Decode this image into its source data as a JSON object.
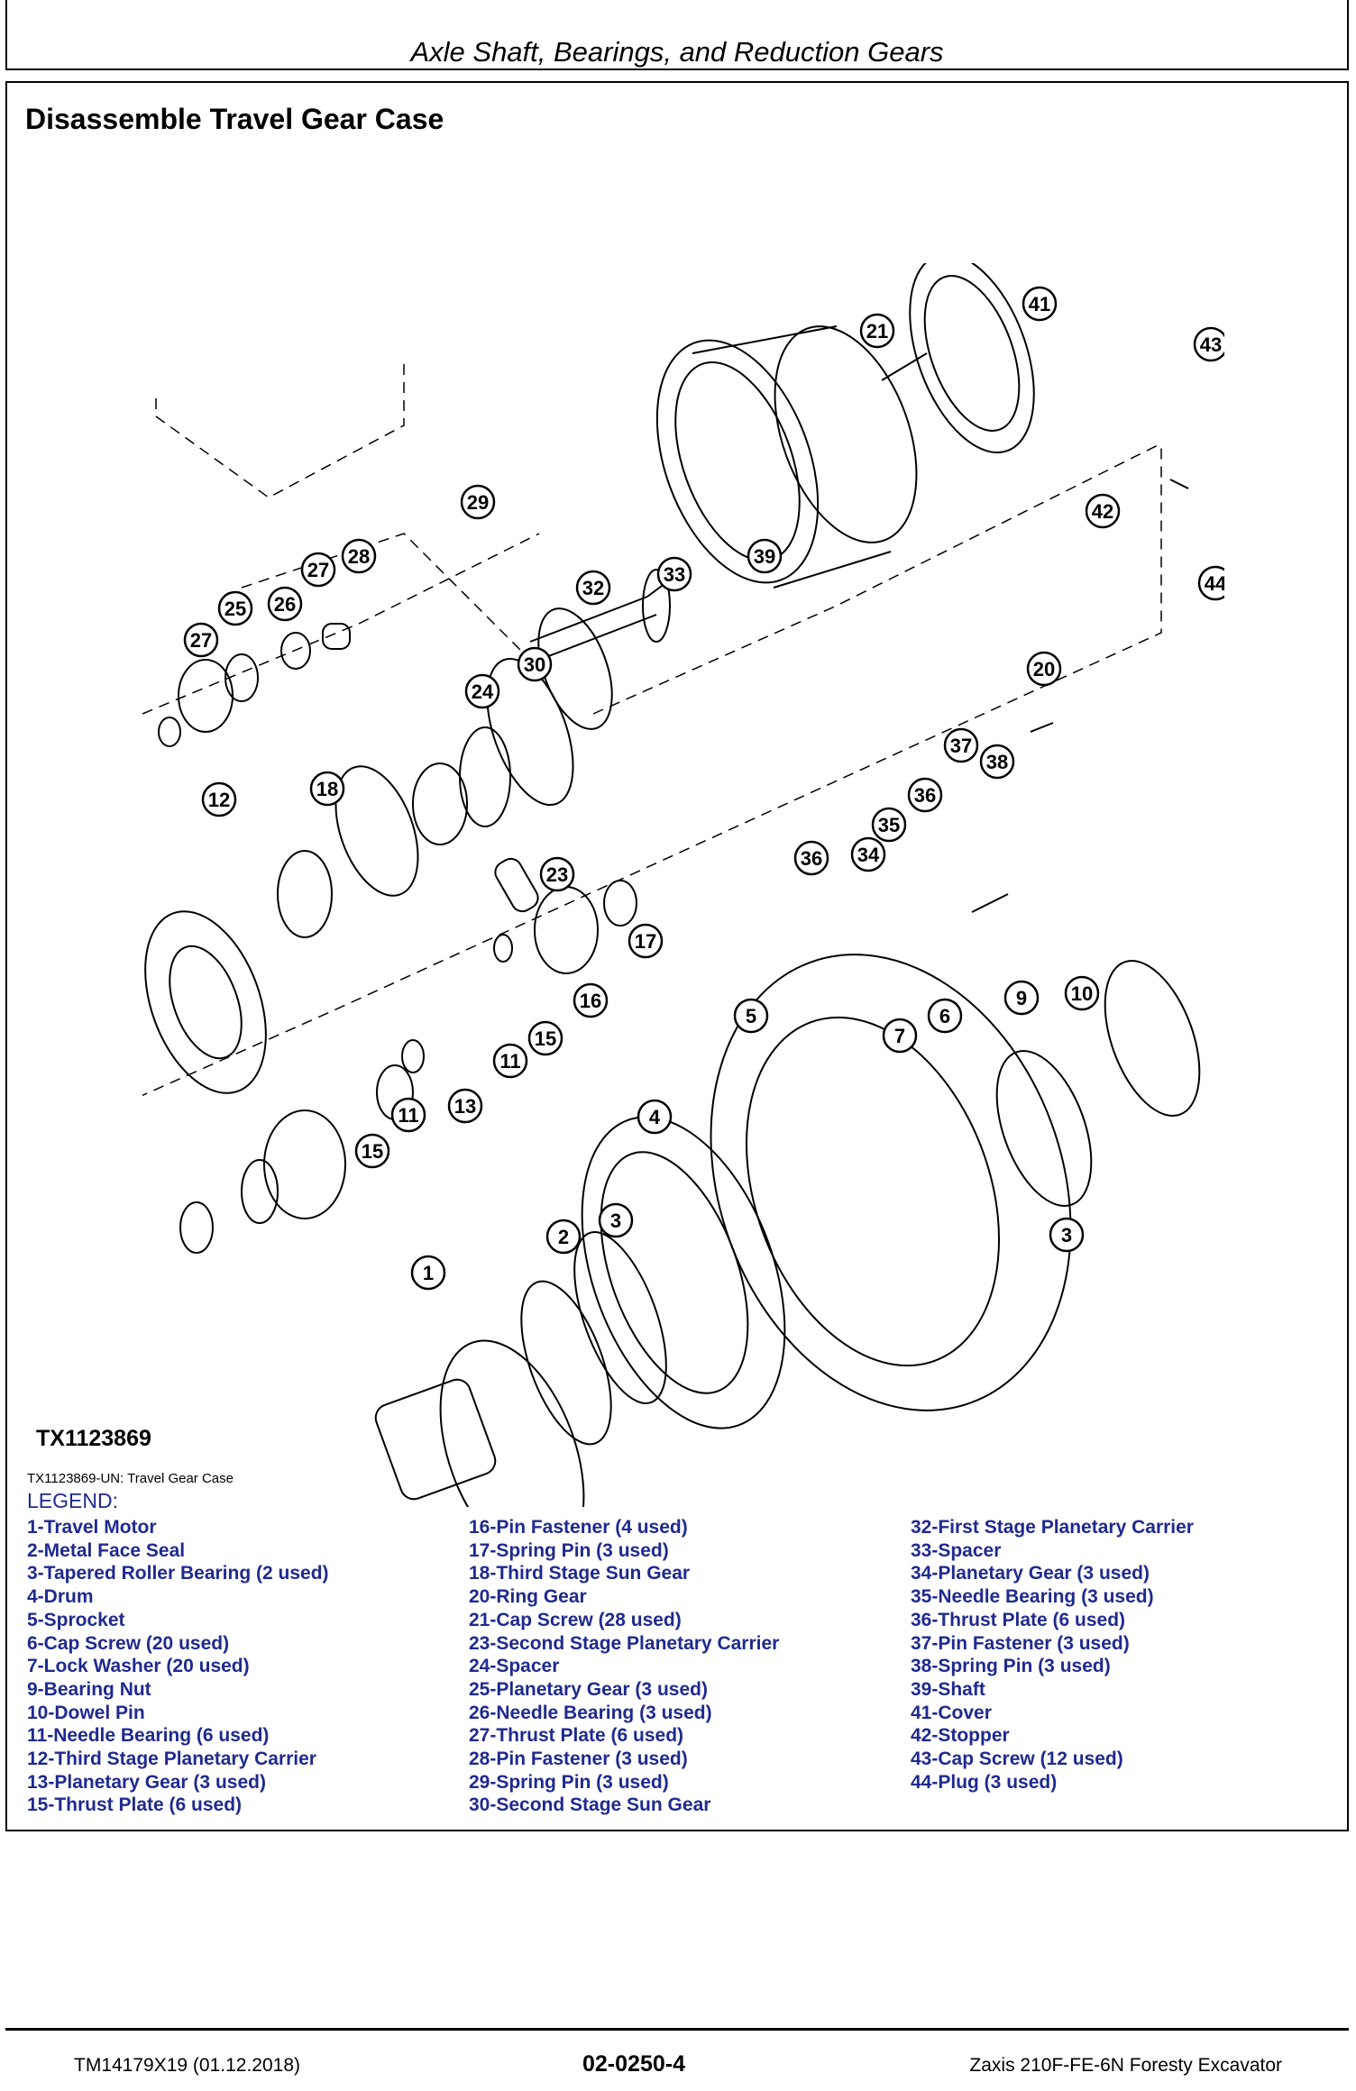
{
  "header": {
    "title": "Axle Shaft, Bearings, and Reduction Gears"
  },
  "section": {
    "title": "Disassemble Travel Gear Case"
  },
  "figure": {
    "id": "TX1123869",
    "caption": "TX1123869-UN: Travel Gear Case",
    "callouts": [
      "1",
      "2",
      "3",
      "3",
      "4",
      "5",
      "6",
      "7",
      "9",
      "10",
      "11",
      "11",
      "12",
      "13",
      "15",
      "15",
      "16",
      "17",
      "18",
      "20",
      "21",
      "23",
      "24",
      "25",
      "26",
      "27",
      "27",
      "28",
      "29",
      "30",
      "32",
      "33",
      "34",
      "35",
      "36",
      "36",
      "37",
      "38",
      "39",
      "41",
      "42",
      "43",
      "44"
    ]
  },
  "legend": {
    "title": "LEGEND:",
    "col1": [
      "1-Travel Motor",
      "2-Metal Face Seal",
      "3-Tapered Roller Bearing (2 used)",
      "4-Drum",
      "5-Sprocket",
      "6-Cap Screw (20 used)",
      "7-Lock Washer (20 used)",
      "9-Bearing Nut",
      "10-Dowel Pin",
      "11-Needle Bearing (6 used)",
      "12-Third Stage Planetary Carrier",
      "13-Planetary Gear (3 used)",
      "15-Thrust Plate (6 used)"
    ],
    "col2": [
      "16-Pin Fastener (4 used)",
      "17-Spring Pin (3 used)",
      "18-Third Stage Sun Gear",
      "20-Ring Gear",
      "21-Cap Screw (28 used)",
      "23-Second Stage Planetary Carrier",
      "24-Spacer",
      "25-Planetary Gear (3 used)",
      "26-Needle Bearing (3 used)",
      "27-Thrust Plate (6 used)",
      "28-Pin Fastener (3 used)",
      "29-Spring Pin (3 used)",
      "30-Second Stage Sun Gear"
    ],
    "col3": [
      "32-First Stage Planetary Carrier",
      "33-Spacer",
      "34-Planetary Gear (3 used)",
      "35-Needle Bearing (3 used)",
      "36-Thrust Plate (6 used)",
      "37-Pin Fastener (3 used)",
      "38-Spring Pin (3 used)",
      "39-Shaft",
      "41-Cover",
      "42-Stopper",
      "43-Cap Screw (12 used)",
      "44-Plug (3 used)"
    ]
  },
  "footer": {
    "left": "TM14179X19 (01.12.2018)",
    "center": "02-0250-4",
    "right": "Zaxis 210F-FE-6N Foresty Excavator"
  }
}
